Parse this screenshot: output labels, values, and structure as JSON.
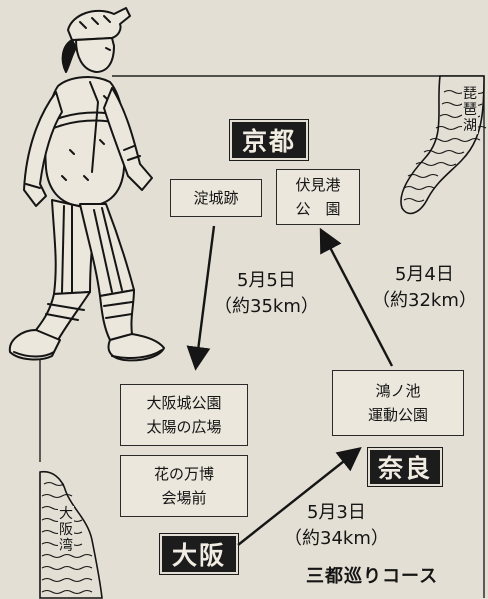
{
  "cities": {
    "kyoto": "京都",
    "nara": "奈良",
    "osaka": "大阪"
  },
  "places": {
    "yodo": [
      "淀城跡"
    ],
    "fushimi": [
      "伏見港",
      "公　園"
    ],
    "osaka_park": [
      "大阪城公園",
      "太陽の広場"
    ],
    "hanahaku": [
      "花の万博",
      "会場前"
    ],
    "kounoike": [
      "鴻ノ池",
      "運動公園"
    ]
  },
  "legs": {
    "day1": {
      "date": "5月3日",
      "distance": "（約34km）"
    },
    "day2": {
      "date": "5月4日",
      "distance": "（約32km）"
    },
    "day3": {
      "date": "5月5日",
      "distance": "（約35km）"
    }
  },
  "water": {
    "biwa": "琵琶湖",
    "osaka_bay": "大阪湾"
  },
  "course_title": "三都巡りコース",
  "colors": {
    "ink": "#151515",
    "paper": "#e4dfd4"
  },
  "illustration": "walking-hiker"
}
